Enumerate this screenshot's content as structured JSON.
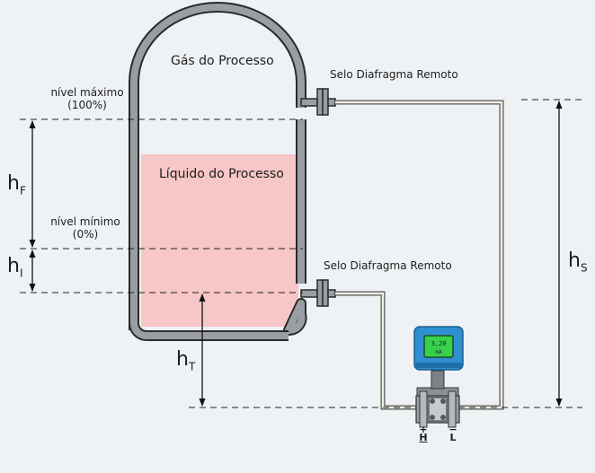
{
  "tank": {
    "gas_label": "Gás do Processo",
    "liquid_label": "Líquido do Processo"
  },
  "levels": {
    "max_label_line1": "nível máximo",
    "max_label_line2": "(100%)",
    "min_label_line1": "nível mínimo",
    "min_label_line2": "(0%)"
  },
  "seals": {
    "upper_label": "Selo Diafragma Remoto",
    "lower_label": "Selo Diafragma Remoto"
  },
  "dimensions": {
    "hf": "h",
    "hf_sub": "F",
    "hi": "h",
    "hi_sub": "I",
    "ht": "h",
    "ht_sub": "T",
    "hs": "h",
    "hs_sub": "S"
  },
  "transmitter": {
    "display_line1": "3.20",
    "display_line2": "mA",
    "high_side": "H",
    "high_sign": "+",
    "low_side": "L",
    "low_sign": "−"
  },
  "colors": {
    "background": "#eff2f5",
    "liquid": "#f7c6c6",
    "tank_wall": "#9a9ea3",
    "transmitter_body": "#2f8fd0",
    "display": "#39d04a"
  }
}
